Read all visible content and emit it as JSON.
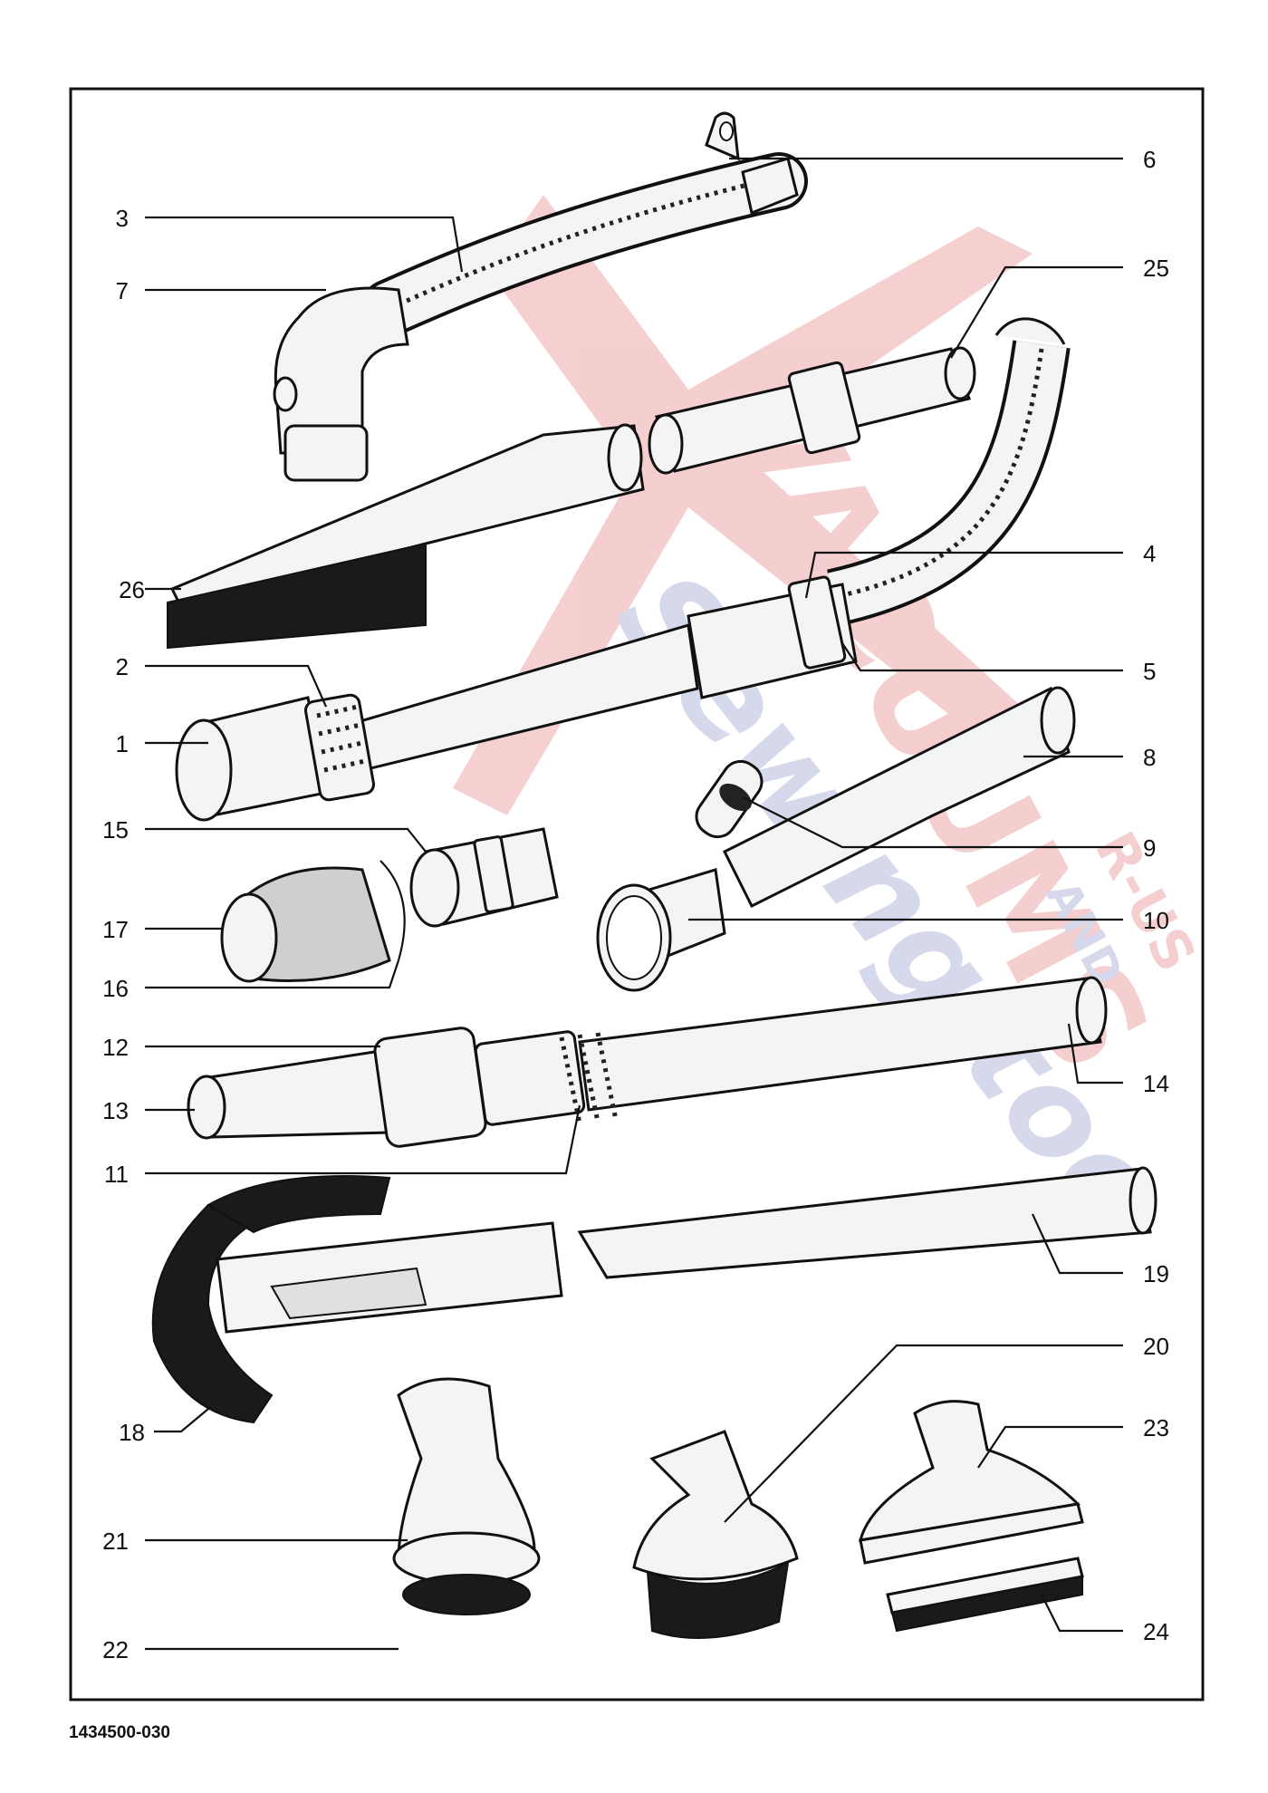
{
  "document_code": "1434500-030",
  "watermark": {
    "logo_text": "VACUUMS",
    "script_text": "Sewing too",
    "suffix_top": "R-US",
    "suffix_and": "AND",
    "color_logo": "#d42a2a",
    "color_script": "#4a55a8"
  },
  "parts": [
    {
      "id": "p1",
      "label": "1",
      "side": "left",
      "icon": "hose-cuff"
    },
    {
      "id": "p2",
      "label": "2",
      "side": "left",
      "icon": "ribbed-collar"
    },
    {
      "id": "p3",
      "label": "3",
      "side": "left",
      "icon": "corrugated-hose"
    },
    {
      "id": "p4",
      "label": "4",
      "side": "right",
      "icon": "hose-ring"
    },
    {
      "id": "p5",
      "label": "5",
      "side": "right",
      "icon": "hose-ring"
    },
    {
      "id": "p6",
      "label": "6",
      "side": "right",
      "icon": "hanger-tab"
    },
    {
      "id": "p7",
      "label": "7",
      "side": "left",
      "icon": "elbow-handle"
    },
    {
      "id": "p8",
      "label": "8",
      "side": "right",
      "icon": "bent-wand"
    },
    {
      "id": "p9",
      "label": "9",
      "side": "right",
      "icon": "slider-valve"
    },
    {
      "id": "p10",
      "label": "10",
      "side": "right",
      "icon": "adapter-sleeve"
    },
    {
      "id": "p11",
      "label": "11",
      "side": "left",
      "icon": "bellows-seal"
    },
    {
      "id": "p12",
      "label": "12",
      "side": "left",
      "icon": "locking-collar"
    },
    {
      "id": "p13",
      "label": "13",
      "side": "left",
      "icon": "tapered-end"
    },
    {
      "id": "p14",
      "label": "14",
      "side": "right",
      "icon": "extension-tube"
    },
    {
      "id": "p15",
      "label": "15",
      "side": "left",
      "icon": "connector"
    },
    {
      "id": "p16",
      "label": "16",
      "side": "left",
      "icon": "clip-ring"
    },
    {
      "id": "p17",
      "label": "17",
      "side": "left",
      "icon": "foam-filter"
    },
    {
      "id": "p18",
      "label": "18",
      "side": "left",
      "icon": "radiator-brush"
    },
    {
      "id": "p19",
      "label": "19",
      "side": "right",
      "icon": "crevice-tool"
    },
    {
      "id": "p20",
      "label": "20",
      "side": "right",
      "icon": "dusting-brush"
    },
    {
      "id": "p21",
      "label": "21",
      "side": "left",
      "icon": "round-brush-body"
    },
    {
      "id": "p22",
      "label": "22",
      "side": "left",
      "icon": "round-brush-head"
    },
    {
      "id": "p23",
      "label": "23",
      "side": "right",
      "icon": "upholstery-nozzle"
    },
    {
      "id": "p24",
      "label": "24",
      "side": "right",
      "icon": "bristle-strip"
    },
    {
      "id": "p25",
      "label": "25",
      "side": "right",
      "icon": "telescopic-tube"
    },
    {
      "id": "p26",
      "label": "26",
      "side": "left",
      "icon": "floor-brush"
    }
  ]
}
